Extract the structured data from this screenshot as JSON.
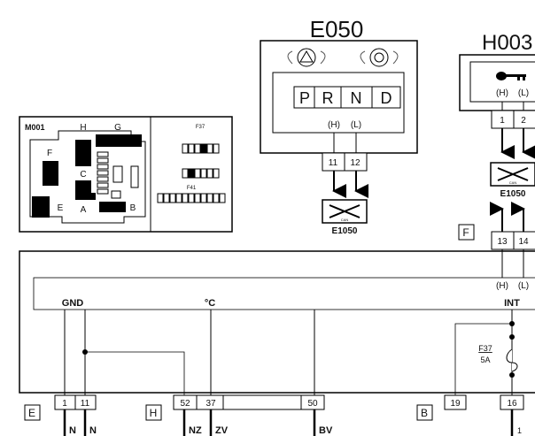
{
  "e050": {
    "title": "E050",
    "gears": [
      "P",
      "R",
      "N",
      "D"
    ],
    "pin_h_label": "(H)",
    "pin_l_label": "(L)",
    "pin_11": "11",
    "pin_12": "12",
    "bus_label": "E1050",
    "can_label": "CAN"
  },
  "h003": {
    "title": "H003",
    "pin_h_label": "(H)",
    "pin_l_label": "(L)",
    "pin_1": "1",
    "pin_2": "2",
    "bus_label": "E1050",
    "can_label": "CAN"
  },
  "m001": {
    "title": "M001",
    "labels": {
      "f": "F",
      "h": "H",
      "g": "G",
      "c": "C",
      "e": "E",
      "a": "A",
      "b": "B"
    },
    "fuse_labels": {
      "f37": "F37",
      "f41": "F41"
    }
  },
  "connector_f": {
    "label": "F",
    "pin_13": "13",
    "pin_14": "14",
    "pin_h_label": "(H)",
    "pin_l_label": "(L)"
  },
  "main_unit": {
    "gnd_label": "GND",
    "temp_label": "°C",
    "int_label": "INT",
    "fuse_name": "F37",
    "fuse_rating": "5A"
  },
  "bottom": {
    "connector_e": {
      "label": "E",
      "pin_1": "1",
      "pin_11": "11",
      "wire_1": "N",
      "wire_11": "N"
    },
    "connector_h": {
      "label": "H",
      "pin_52": "52",
      "pin_37": "37",
      "pin_50": "50",
      "wire_52": "NZ",
      "wire_37": "ZV",
      "wire_50": "BV"
    },
    "connector_b": {
      "label": "B",
      "pin_19": "19",
      "pin_16": "16",
      "wire_16": "1"
    }
  }
}
